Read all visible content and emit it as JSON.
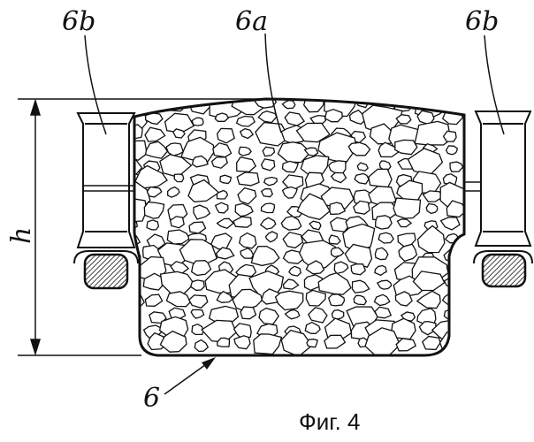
{
  "figure": {
    "caption": "Фиг. 4",
    "labels": {
      "left_roller": "6b",
      "load": "6a",
      "right_roller": "6b",
      "bag": "6",
      "height": "h"
    }
  }
}
